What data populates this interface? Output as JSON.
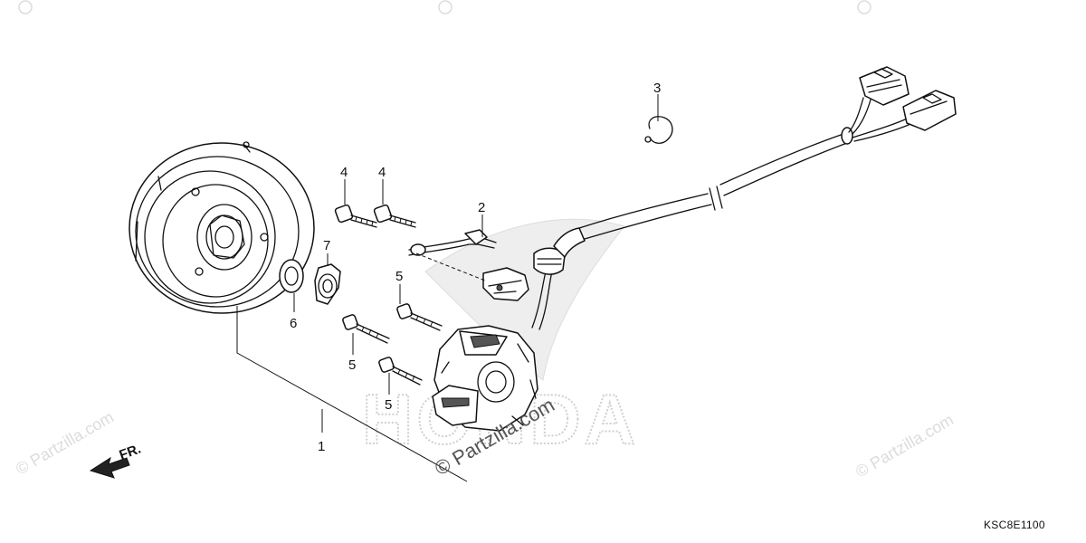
{
  "callouts": {
    "p1": "1",
    "p2": "2",
    "p3": "3",
    "p4a": "4",
    "p4b": "4",
    "p5a": "5",
    "p5b": "5",
    "p5c": "5",
    "p6": "6",
    "p7": "7"
  },
  "direction_label": "FR.",
  "diagram_code": "KSC8E1100",
  "watermarks": {
    "center": "© Partzilla.com",
    "left": "© Partzilla.com",
    "right": "© Partzilla.com"
  },
  "brand_mark": "HONDA",
  "colors": {
    "line": "#111111",
    "watermark": "#d6d6d6",
    "background": "#ffffff"
  }
}
